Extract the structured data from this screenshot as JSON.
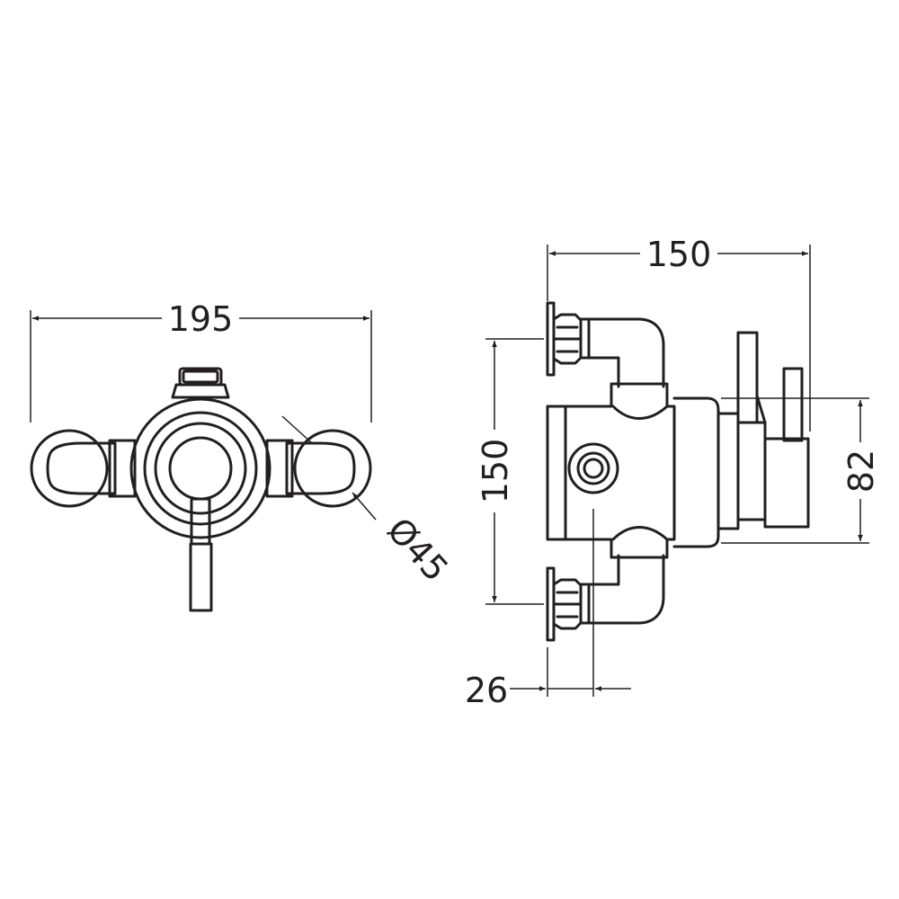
{
  "colors": {
    "line": "#231f20",
    "background": "#ffffff"
  },
  "front_view": {
    "width_label": "195",
    "diameter_label": "Ø45"
  },
  "side_view": {
    "depth_label": "150",
    "centres_label": "150",
    "height_label": "82",
    "offset_label": "26"
  }
}
